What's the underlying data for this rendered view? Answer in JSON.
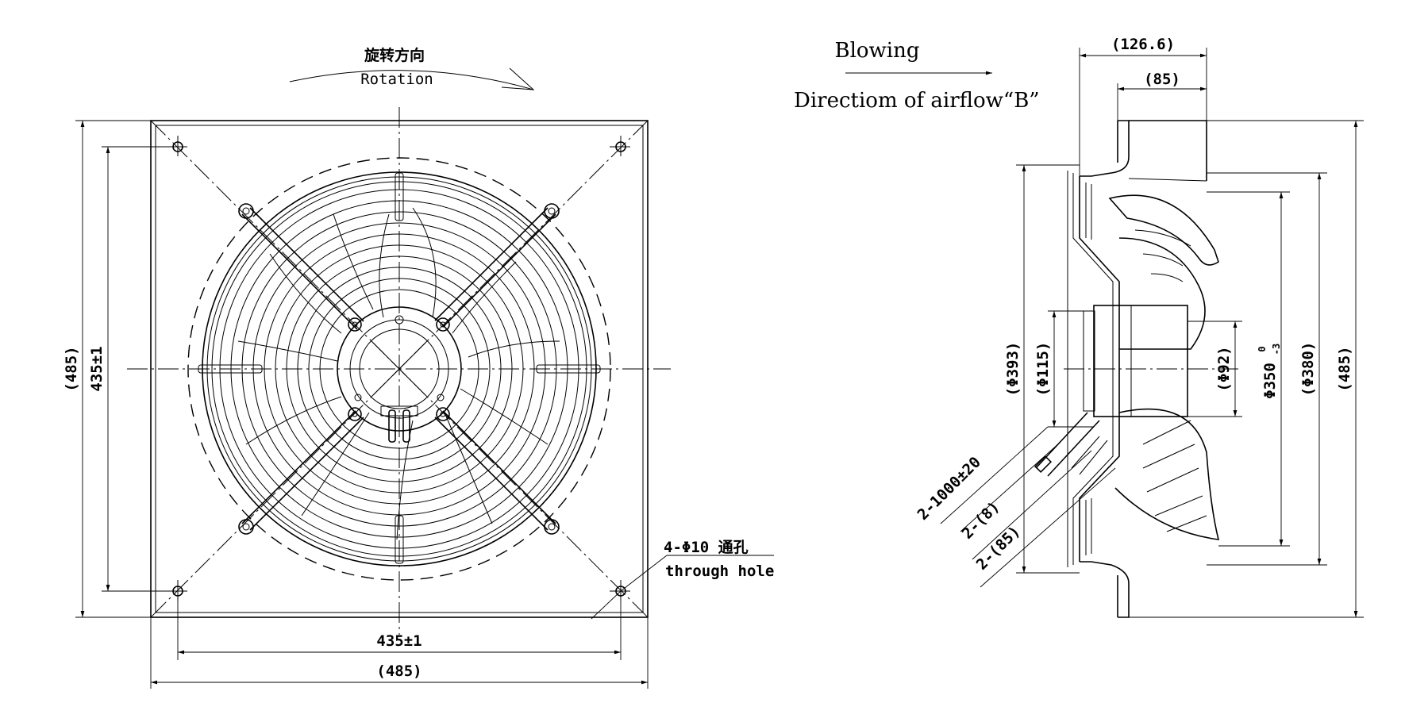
{
  "front_view": {
    "rotation_cn": "旋转方向",
    "rotation_en": "Rotation",
    "dim_height_outer": "(485)",
    "dim_height_holes": "435±1",
    "dim_width_holes": "435±1",
    "dim_width_outer": "(485)",
    "hole_note_1": "4-Φ10 通孔",
    "hole_note_2": "through hole"
  },
  "side_view": {
    "blowing": "Blowing",
    "airflow": "Directiom of airflow“B”",
    "dim_depth_total": "(126.6)",
    "dim_depth_motor": "(85)",
    "dim_d393": "(Φ393)",
    "dim_d115": "(Φ115)",
    "dim_d92": "(Φ92)",
    "dim_d350": "Φ350",
    "dim_d350_tol_upper": "0",
    "dim_d350_tol_lower": "-3",
    "dim_d380": "(Φ380)",
    "dim_h485": "(485)",
    "cable_1": "2-1000±20",
    "cable_2": "2-(8)",
    "cable_3": "2-(85)"
  }
}
